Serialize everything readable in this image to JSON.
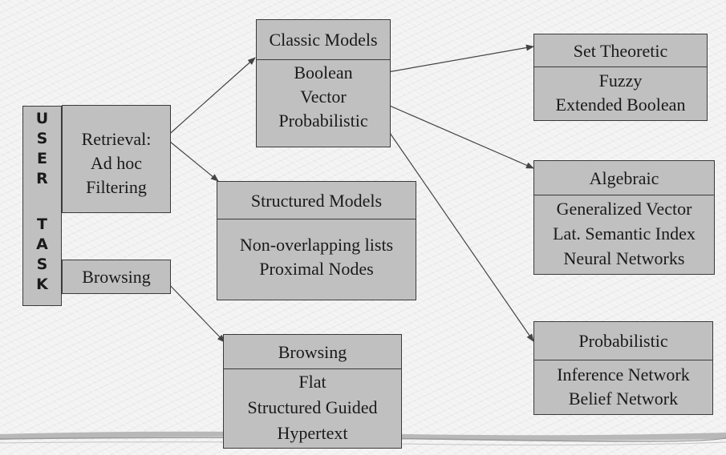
{
  "user_task": {
    "letters": [
      "U",
      "S",
      "E",
      "R",
      "T",
      "A",
      "S",
      "K"
    ]
  },
  "retrieval": {
    "lines": [
      "Retrieval:",
      "Ad hoc",
      "Filtering"
    ]
  },
  "browsing_task": {
    "label": "Browsing"
  },
  "classic_models": {
    "title": "Classic Models",
    "items": [
      "Boolean",
      "Vector",
      "Probabilistic"
    ]
  },
  "structured_models": {
    "title": "Structured Models",
    "items": [
      "Non-overlapping lists",
      "Proximal Nodes"
    ]
  },
  "browsing_models": {
    "title": "Browsing",
    "items": [
      "Flat",
      "Structured Guided",
      "Hypertext"
    ]
  },
  "set_theoretic": {
    "title": "Set Theoretic",
    "items": [
      "Fuzzy",
      "Extended Boolean"
    ]
  },
  "algebraic": {
    "title": "Algebraic",
    "items": [
      "Generalized Vector",
      "Lat. Semantic Index",
      "Neural Networks"
    ]
  },
  "probabilistic": {
    "title": "Probabilistic",
    "items": [
      "Inference Network",
      "Belief Network"
    ]
  },
  "colors": {
    "box_fill": "#c0c0c0",
    "border": "#3a3a3a",
    "background": "#f2f2f2",
    "edge": "#444444"
  }
}
